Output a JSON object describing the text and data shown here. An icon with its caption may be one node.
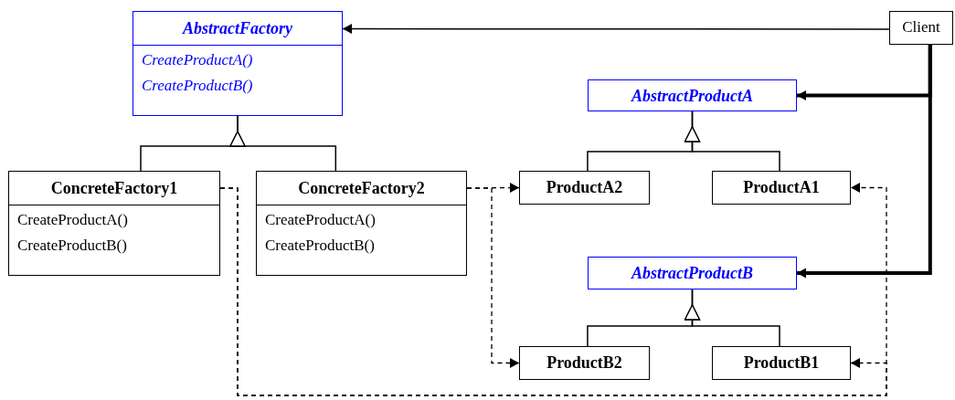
{
  "diagram": {
    "nodes": [
      {
        "text": [
          "AbstractFactory",
          "CreateProductA()",
          "CreateProductB()"
        ]
      },
      {
        "text": [
          "Client"
        ]
      },
      {
        "text": [
          "AbstractProductA"
        ]
      },
      {
        "text": [
          "ConcreteFactory1",
          "CreateProductA()",
          "CreateProductB()"
        ]
      },
      {
        "text": [
          "ConcreteFactory2",
          "CreateProductA()",
          "CreateProductB()"
        ]
      },
      {
        "text": [
          "ProductA2"
        ]
      },
      {
        "text": [
          "ProductA1"
        ]
      },
      {
        "text": [
          "AbstractProductB"
        ]
      },
      {
        "text": [
          "ProductB2"
        ]
      },
      {
        "text": [
          "ProductB1"
        ]
      }
    ],
    "edges": [
      {
        "from": 1,
        "to": 0,
        "arrow": "to"
      },
      {
        "from": 1,
        "to": 2,
        "arrow": "to",
        "style": "thick"
      },
      {
        "from": 1,
        "to": 7,
        "arrow": "to",
        "style": "thick"
      },
      {
        "from": 3,
        "to": 0,
        "arrow": "to"
      },
      {
        "from": 4,
        "to": 0,
        "arrow": "to"
      },
      {
        "from": 5,
        "to": 2,
        "arrow": "to"
      },
      {
        "from": 6,
        "to": 2,
        "arrow": "to"
      },
      {
        "from": 8,
        "to": 7,
        "arrow": "to"
      },
      {
        "from": 9,
        "to": 7,
        "arrow": "to"
      },
      {
        "from": 3,
        "to": 6,
        "arrow": "to",
        "style": "dashed"
      },
      {
        "from": 3,
        "to": 9,
        "arrow": "to",
        "style": "dashed"
      },
      {
        "from": 4,
        "to": 5,
        "arrow": "to",
        "style": "dashed"
      },
      {
        "from": 4,
        "to": 8,
        "arrow": "to",
        "style": "dashed"
      }
    ]
  }
}
